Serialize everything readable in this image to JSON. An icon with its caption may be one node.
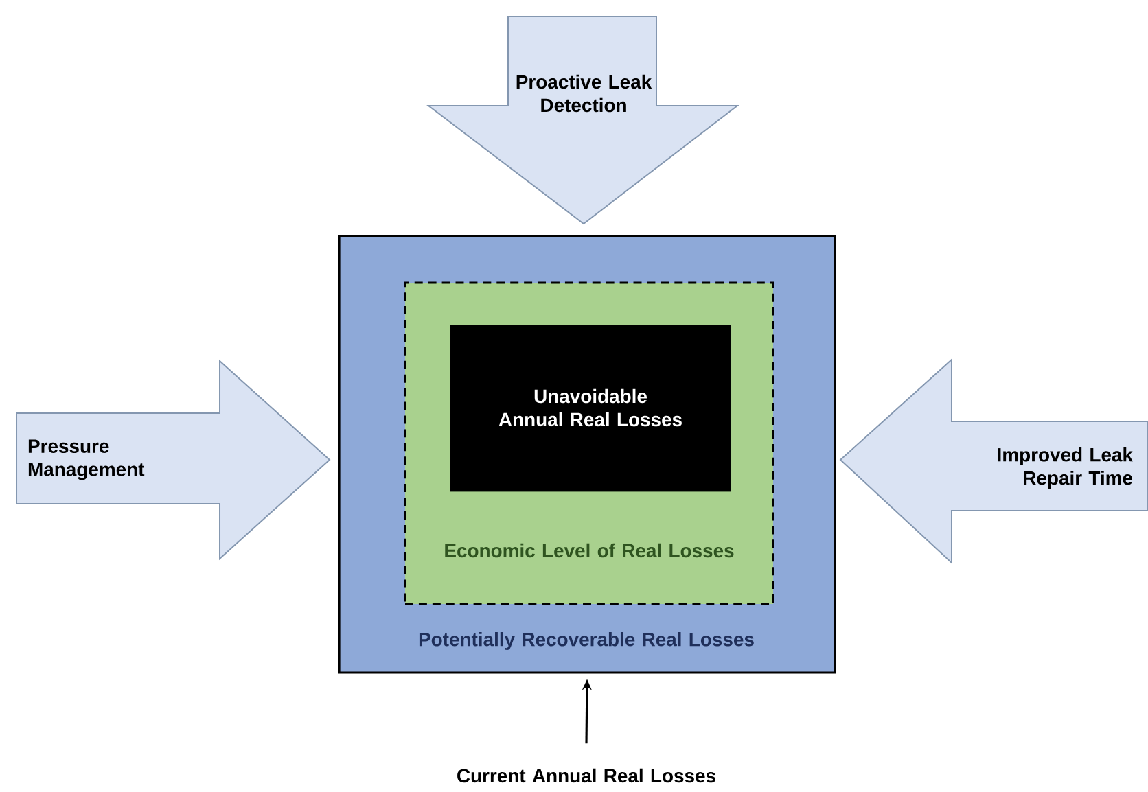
{
  "diagram": {
    "nodes": [
      {
        "text": [
          "Proactive Leak Detection"
        ]
      },
      {
        "text": [
          "Potentially Recoverable Real Losses"
        ]
      },
      {
        "text": [
          "Economic Level of Real Losses"
        ],
        "in": 1
      },
      {
        "text": [
          "Unavoidable Annual Real Losses"
        ],
        "in": 2
      },
      {
        "text": [
          "Pressure Management"
        ]
      },
      {
        "text": [
          "Improved Leak Repair Time"
        ]
      },
      {
        "text": [
          "Current Annual Real Losses"
        ]
      }
    ],
    "edges": [
      {
        "from": 6,
        "to": 1,
        "arrow": "to"
      }
    ]
  }
}
